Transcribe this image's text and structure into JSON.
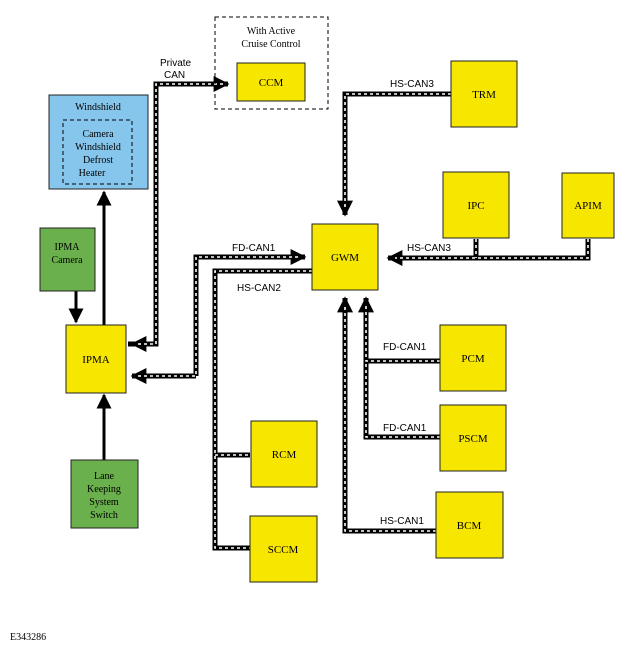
{
  "colors": {
    "module_fill": "#f7e600",
    "green_fill": "#6ab04c",
    "windshield_fill": "#87c6ec"
  },
  "modules": {
    "ccm": "CCM",
    "trm": "TRM",
    "gwm": "GWM",
    "ipc": "IPC",
    "apim": "APIM",
    "ipma": "IPMA",
    "pcm": "PCM",
    "pscm": "PSCM",
    "bcm": "BCM",
    "rcm": "RCM",
    "sccm": "SCCM"
  },
  "active_cruise_group": {
    "line1": "With Active",
    "line2": "Cruise Control"
  },
  "windshield": {
    "title": "Windshield",
    "heater": [
      "Camera",
      "Windshield",
      "Defrost",
      "Heater"
    ]
  },
  "ipma_camera": [
    "IPMA",
    "Camera"
  ],
  "lane_switch": [
    "Lane",
    "Keeping",
    "System",
    "Switch"
  ],
  "bus_labels": {
    "private_can": [
      "Private",
      "CAN"
    ],
    "hs_can3_trm": "HS-CAN3",
    "hs_can3_ipc": "HS-CAN3",
    "fd_can1_ipma": "FD-CAN1",
    "hs_can2": "HS-CAN2",
    "fd_can1_pcm": "FD-CAN1",
    "fd_can1_pscm": "FD-CAN1",
    "hs_can1_bcm": "HS-CAN1"
  },
  "figure_id": "E343286"
}
